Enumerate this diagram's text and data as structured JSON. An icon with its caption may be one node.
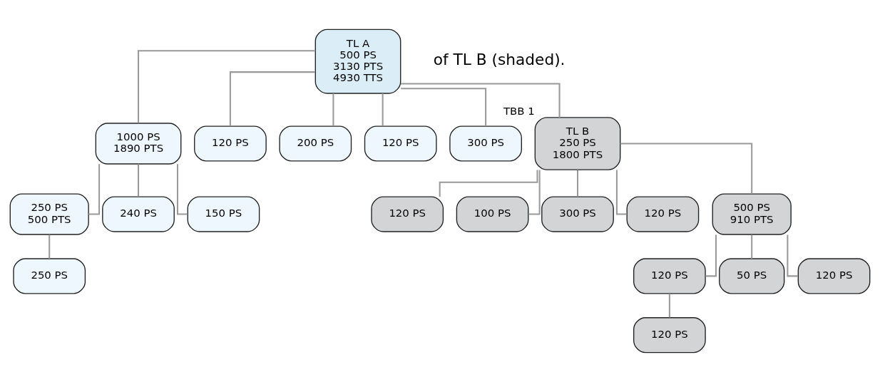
{
  "diagram": {
    "nodes": [
      {
        "text": [
          "TL A 500 PS 3130 PTS 4930 TTS"
        ]
      },
      {
        "text": [
          "1000 PS 1890 PTS"
        ]
      },
      {
        "text": [
          "120 PS"
        ]
      },
      {
        "text": [
          "200 PS"
        ]
      },
      {
        "text": [
          "120 PS"
        ]
      },
      {
        "text": [
          "300 PS"
        ]
      },
      {
        "text": [
          "TL B 250 PS 1800 PTS"
        ],
        "beside": [
          "TBB 1"
        ]
      },
      {
        "text": [
          "250 PS 500 PTS"
        ]
      },
      {
        "text": [
          "240 PS"
        ]
      },
      {
        "text": [
          "150 PS"
        ]
      },
      {
        "text": [
          "250 PS"
        ]
      },
      {
        "text": [
          "120 PS"
        ]
      },
      {
        "text": [
          "100 PS"
        ]
      },
      {
        "text": [
          "300 PS"
        ]
      },
      {
        "text": [
          "120 PS"
        ]
      },
      {
        "text": [
          "500 PS 910 PTS"
        ]
      },
      {
        "text": [
          "120 PS"
        ]
      },
      {
        "text": [
          "50 PS"
        ]
      },
      {
        "text": [
          "120 PS"
        ]
      },
      {
        "text": [
          "120 PS"
        ]
      }
    ],
    "edges": [
      {
        "from": 0,
        "to": 1,
        "arrow": "none"
      },
      {
        "from": 0,
        "to": 2,
        "arrow": "none"
      },
      {
        "from": 0,
        "to": 3,
        "arrow": "none"
      },
      {
        "from": 0,
        "to": 4,
        "arrow": "none"
      },
      {
        "from": 0,
        "to": 5,
        "arrow": "none"
      },
      {
        "from": 0,
        "to": 6,
        "arrow": "none"
      },
      {
        "from": 1,
        "to": 7,
        "arrow": "none"
      },
      {
        "from": 1,
        "to": 8,
        "arrow": "none"
      },
      {
        "from": 1,
        "to": 9,
        "arrow": "none"
      },
      {
        "from": 7,
        "to": 10,
        "arrow": "none"
      },
      {
        "from": 6,
        "to": 11,
        "arrow": "none"
      },
      {
        "from": 6,
        "to": 12,
        "arrow": "none"
      },
      {
        "from": 6,
        "to": 13,
        "arrow": "none"
      },
      {
        "from": 6,
        "to": 14,
        "arrow": "none"
      },
      {
        "from": 6,
        "to": 15,
        "arrow": "none"
      },
      {
        "from": 15,
        "to": 16,
        "arrow": "none"
      },
      {
        "from": 15,
        "to": 17,
        "arrow": "none"
      },
      {
        "from": 15,
        "to": 18,
        "arrow": "none"
      },
      {
        "from": 16,
        "to": 19,
        "arrow": "none"
      }
    ],
    "labels": [
      "of TL B (shaded)."
    ]
  }
}
